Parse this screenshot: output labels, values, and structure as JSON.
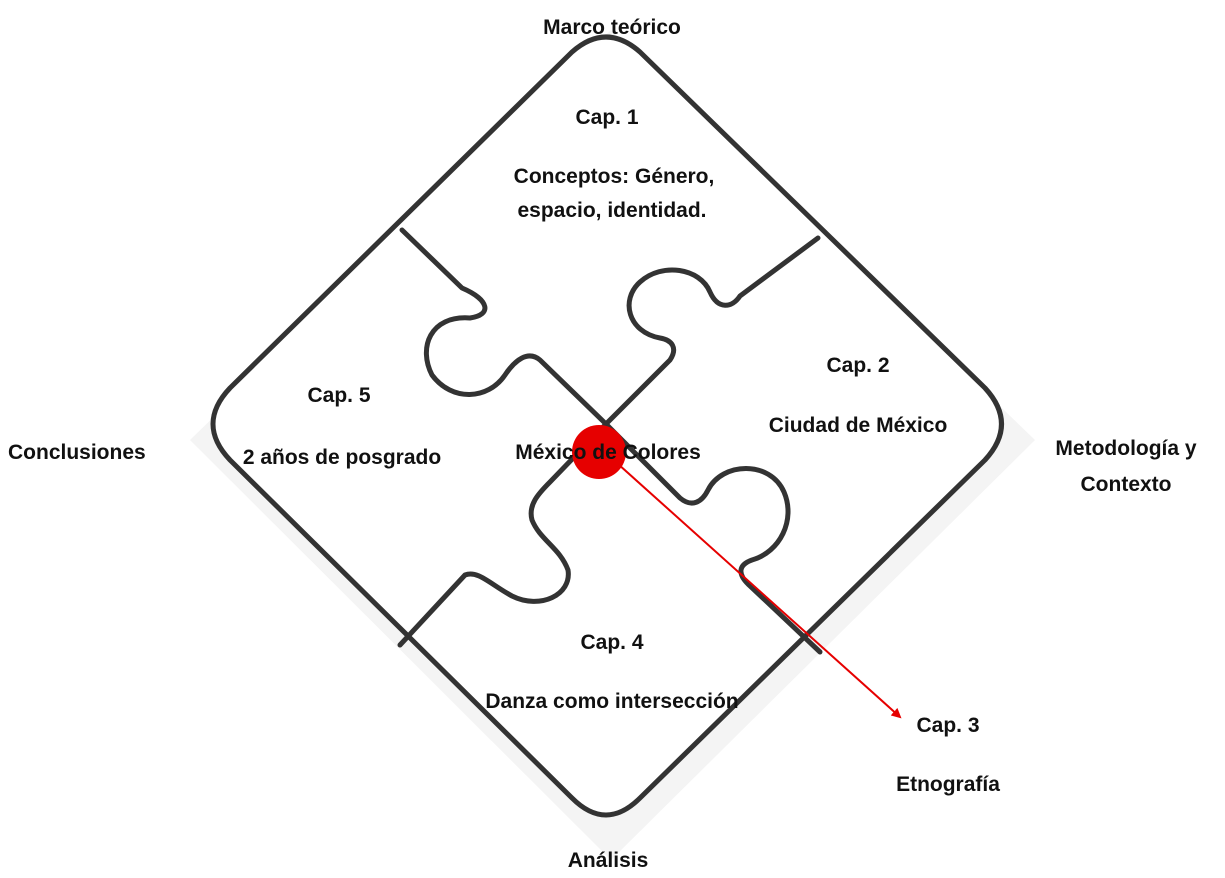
{
  "sides": {
    "top": "Marco teórico",
    "left": "Conclusiones",
    "right_line1": "Metodología y",
    "right_line2": "Contexto",
    "bottom": "Análisis"
  },
  "pieces": {
    "top": {
      "chapter": "Cap. 1",
      "line1": "Conceptos: Género,",
      "line2": "espacio, identidad."
    },
    "right": {
      "chapter": "Cap. 2",
      "desc": "Ciudad de México"
    },
    "bottom": {
      "chapter": "Cap. 4",
      "desc": "Danza como intersección"
    },
    "left": {
      "chapter": "Cap. 5",
      "desc": "2 años de posgrado"
    }
  },
  "center": {
    "label": "México de Colores",
    "color": "#e60000"
  },
  "external": {
    "chapter": "Cap. 3",
    "desc": "Etnografía"
  },
  "arrow_color": "#e60000"
}
